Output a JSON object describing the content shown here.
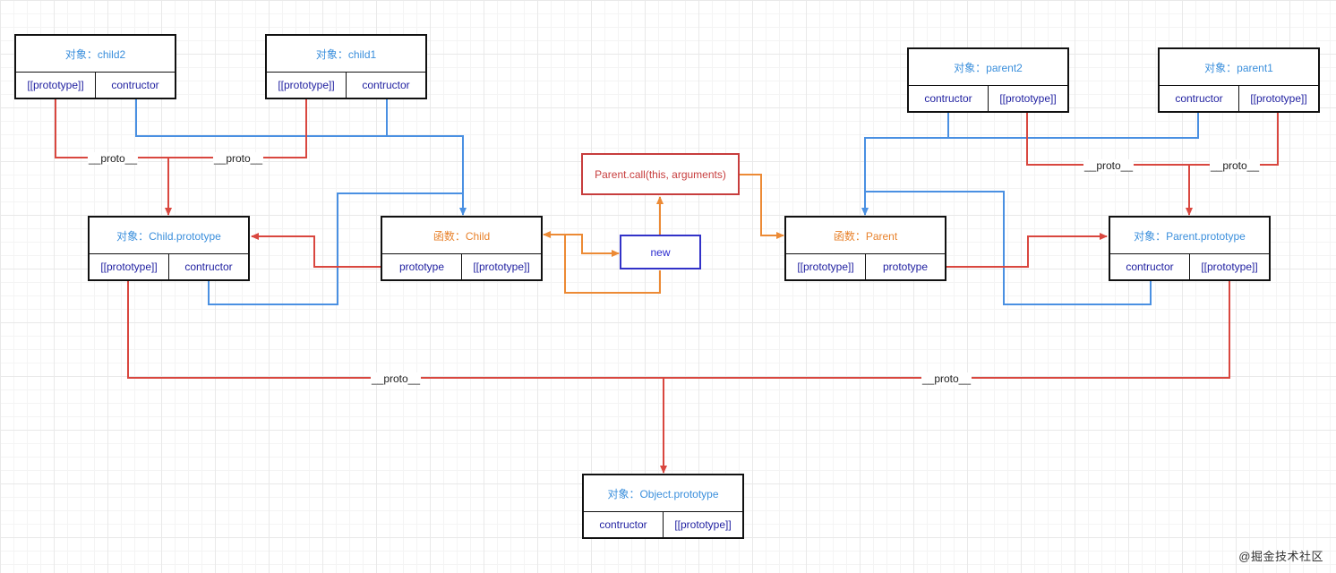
{
  "nodes": {
    "child2": {
      "title": "对象：child2",
      "fields": [
        "[[prototype]]",
        "contructor"
      ]
    },
    "child1": {
      "title": "对象：child1",
      "fields": [
        "[[prototype]]",
        "contructor"
      ]
    },
    "child_prototype": {
      "title": "对象：Child.prototype",
      "fields": [
        "[[prototype]]",
        "contructor"
      ]
    },
    "child_fn": {
      "title": "函数：Child",
      "fields": [
        "prototype",
        "[[prototype]]"
      ]
    },
    "parent_call": {
      "label": "Parent.call(this, arguments)"
    },
    "new_op": {
      "label": "new"
    },
    "parent_fn": {
      "title": "函数：Parent",
      "fields": [
        "[[prototype]]",
        "prototype"
      ]
    },
    "parent_prototype": {
      "title": "对象：Parent.prototype",
      "fields": [
        "contructor",
        "[[prototype]]"
      ]
    },
    "parent2": {
      "title": "对象：parent2",
      "fields": [
        "contructor",
        "[[prototype]]"
      ]
    },
    "parent1": {
      "title": "对象：parent1",
      "fields": [
        "contructor",
        "[[prototype]]"
      ]
    },
    "object_prototype": {
      "title": "对象：Object.prototype",
      "fields": [
        "contructor",
        "[[prototype]]"
      ]
    }
  },
  "edge_labels": [
    "__proto__",
    "__proto__",
    "__proto__",
    "__proto__",
    "__proto__",
    "__proto__"
  ],
  "colors": {
    "proto_edge": "#d9473f",
    "constructor_edge": "#4a90e2",
    "call_edge": "#ec8a35",
    "node_border": "#111111",
    "object_title": "#3b8fdc",
    "function_title": "#e8822c",
    "field_text": "#1f1fa0"
  },
  "watermark": "@掘金技术社区"
}
